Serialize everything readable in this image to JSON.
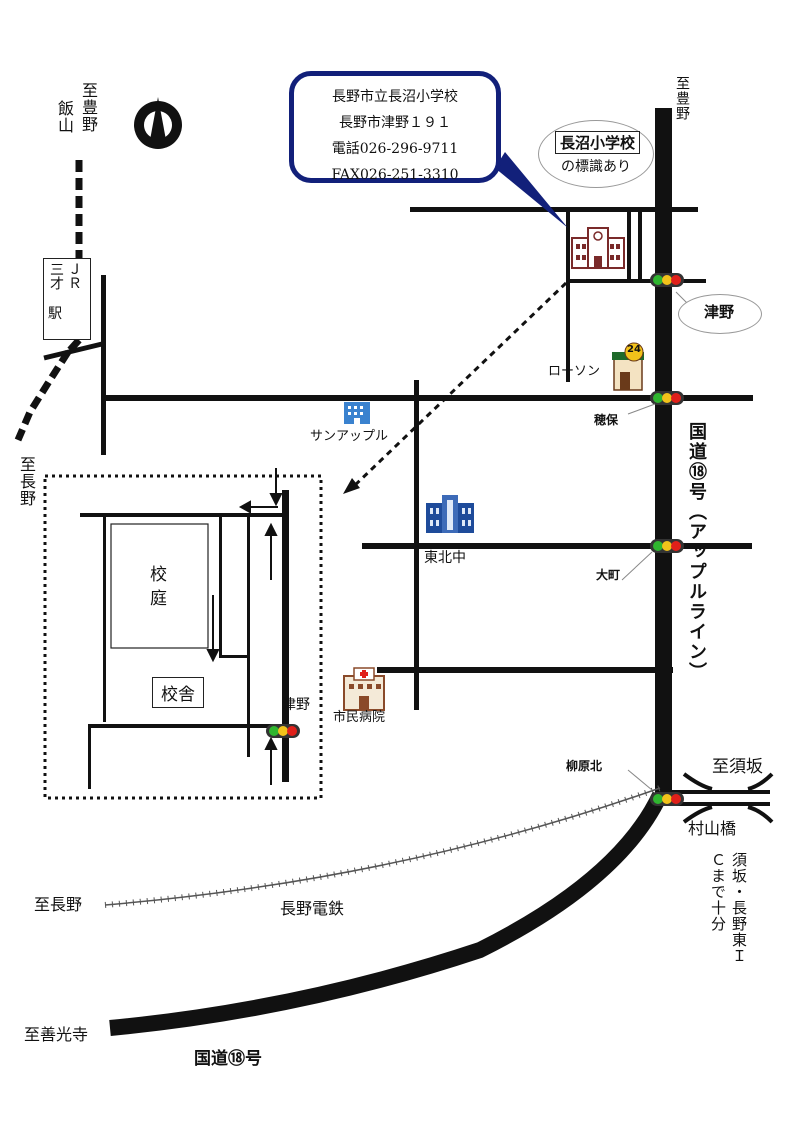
{
  "school": {
    "name": "長野市立長沼小学校",
    "address": "長野市津野１９１",
    "tel": "電話026-296-9711",
    "fax": "FAX026-251-3310",
    "sign_name": "長沼小学校",
    "sign_note": "の標識あり"
  },
  "directions": {
    "to_toyono_left": "至豊野",
    "to_iiyama": "飯山",
    "to_toyono_right": "至豊野",
    "to_nagano_left": "至長野",
    "to_nagano_rail": "至長野",
    "to_suzaka": "至須坂",
    "to_zenkoji": "至善光寺",
    "ic_note": "須坂・長野東ＩＣまで十分"
  },
  "stations": {
    "jr_line1": "ＪＲ",
    "jr_line2": "三才",
    "jr_line3": "駅"
  },
  "intersections": {
    "tsuno": "津野",
    "hobo": "穂保",
    "omachi": "大町",
    "yanagihara_kita": "柳原北"
  },
  "landmarks": {
    "lawson": "ローソン",
    "lawson_badge": "24",
    "sun_apple": "サンアップル",
    "tohoku_chu": "東北中",
    "hospital": "市民病院",
    "railway": "長野電鉄",
    "bridge": "村山橋"
  },
  "routes": {
    "route18_vertical": "国道⑱号（アップルライン）",
    "route18_bottom": "国道⑱号"
  },
  "inset": {
    "schoolyard_line1": "校",
    "schoolyard_line2": "庭",
    "building": "校舎",
    "tsuno": "津野"
  },
  "colors": {
    "road": "#111111",
    "callout_border": "#12207a",
    "signal_green": "#2fb52f",
    "signal_yellow": "#f2c21a",
    "signal_red": "#e0201a",
    "school_icon": "#7a2a2a",
    "building_blue": "#1e4b9a",
    "hospital_brown": "#8a4a2a"
  }
}
